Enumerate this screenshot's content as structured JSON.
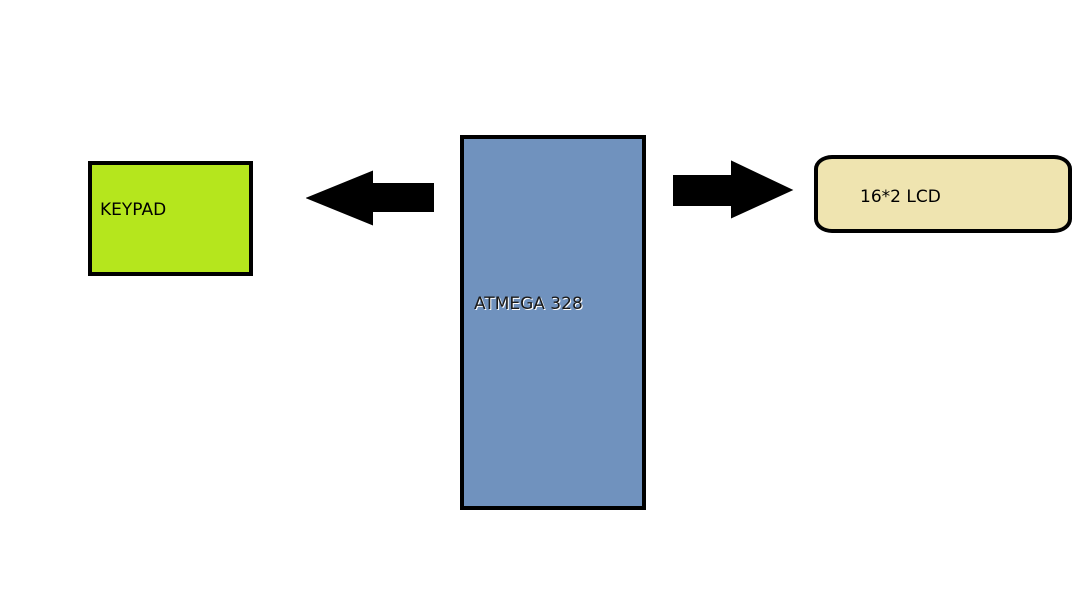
{
  "diagram": {
    "blocks": {
      "keypad": {
        "label": "KEYPAD",
        "fill": "#b5e61d"
      },
      "mcu": {
        "label": "ATMEGA 328",
        "fill": "#7092be"
      },
      "lcd": {
        "label": "16*2 LCD",
        "fill": "#efe4b0"
      }
    },
    "arrows": {
      "to_keypad": {
        "direction": "left",
        "color": "#000000"
      },
      "to_lcd": {
        "direction": "right",
        "color": "#000000"
      }
    },
    "border_color": "#000000",
    "background": "#ffffff"
  }
}
